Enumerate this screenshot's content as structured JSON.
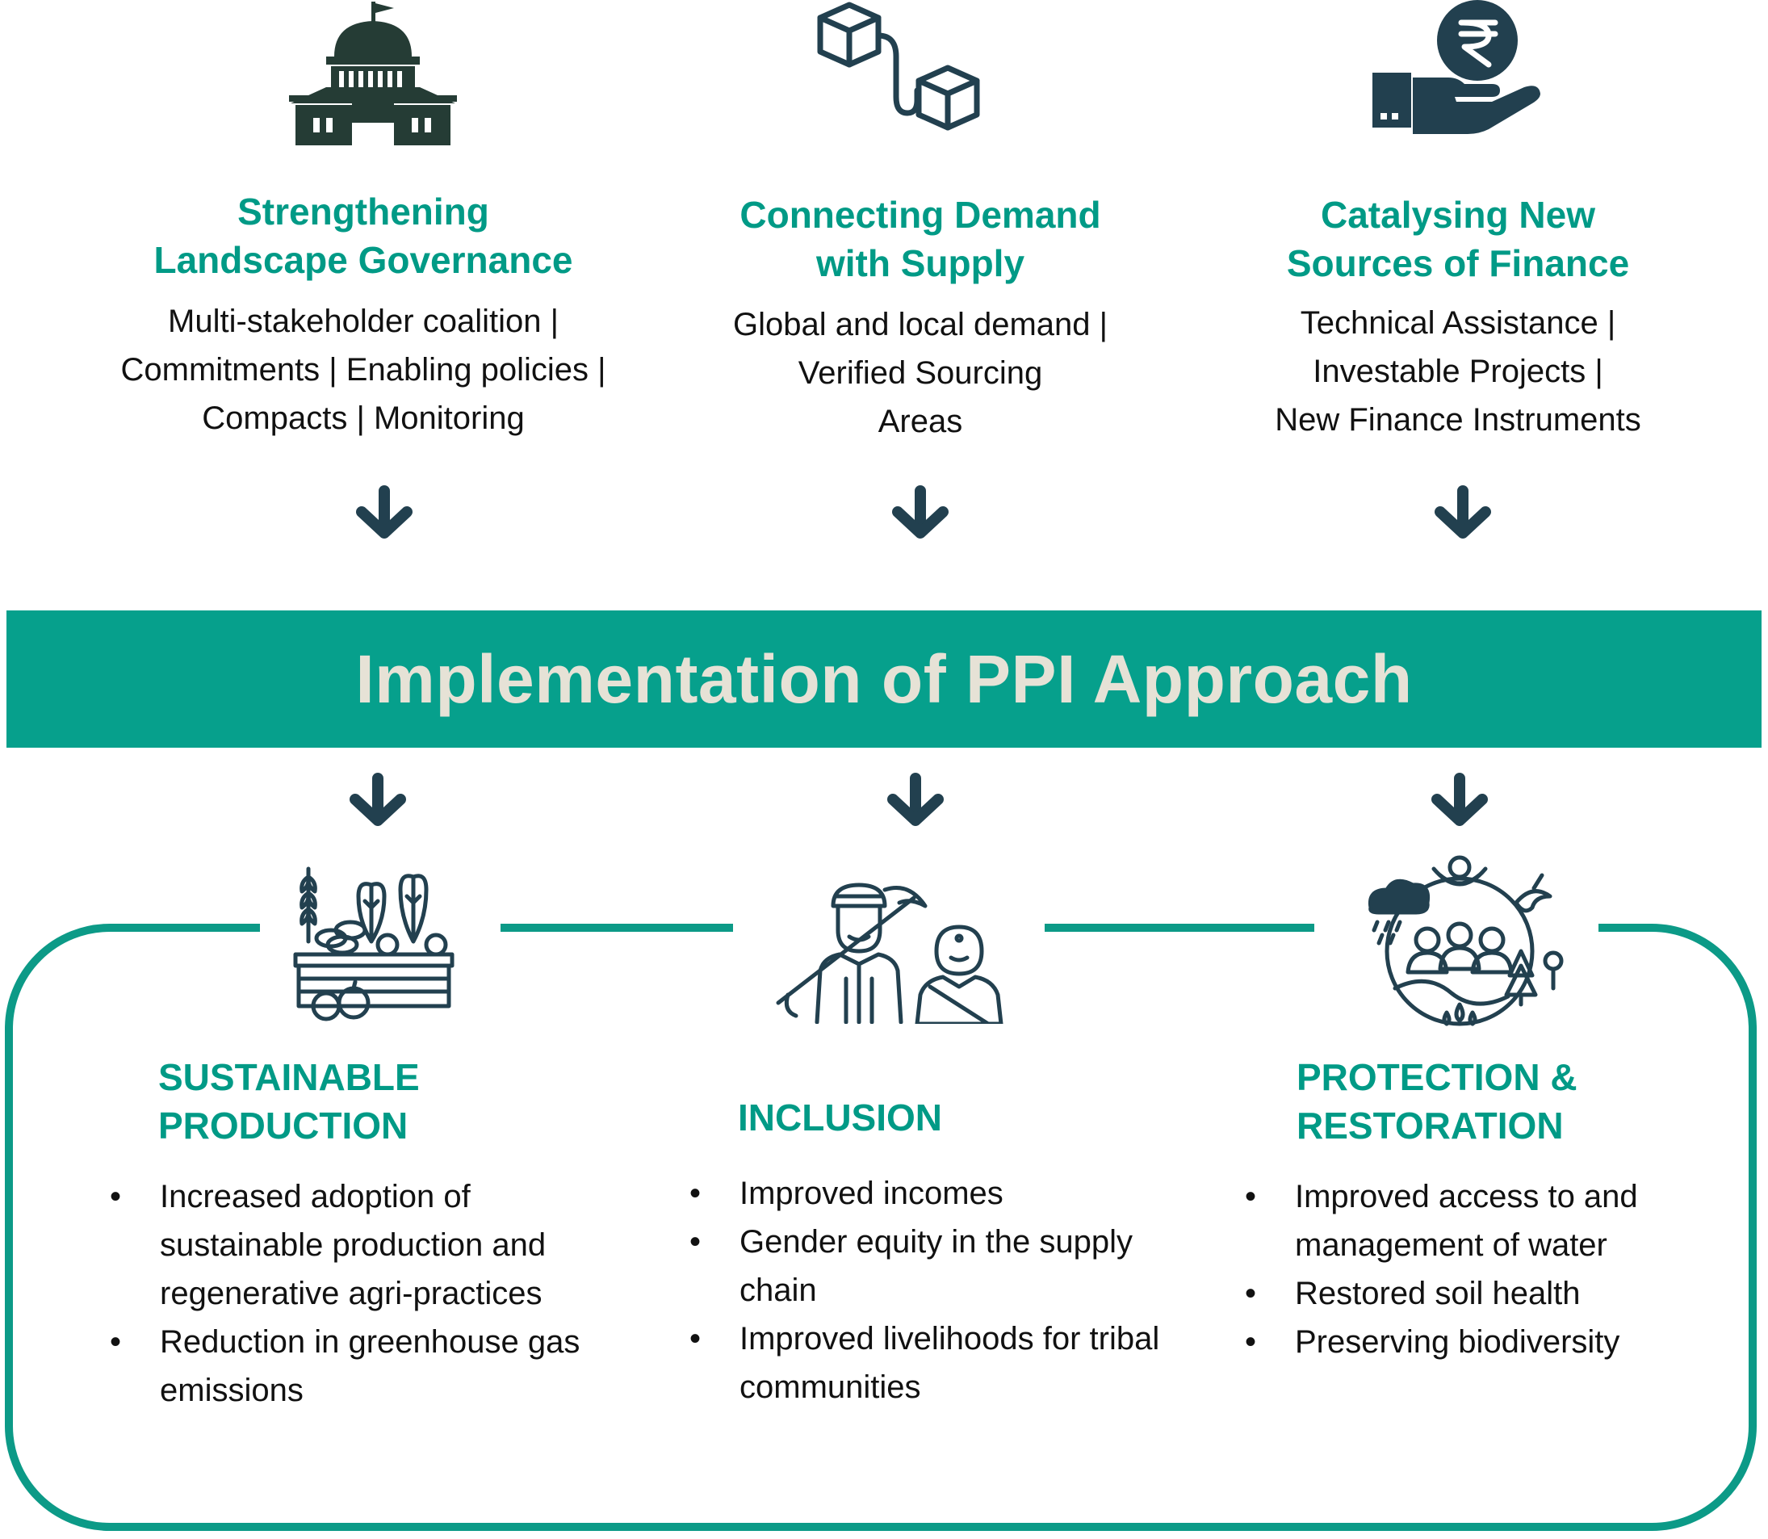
{
  "pillars": [
    {
      "icon": "government-building-icon",
      "title": "Strengthening\nLandscape Governance",
      "description": "Multi-stakeholder coalition |\nCommitments | Enabling policies |\nCompacts | Monitoring"
    },
    {
      "icon": "connected-boxes-icon",
      "title": "Connecting Demand\nwith Supply",
      "description": "Global and local demand |\nVerified Sourcing\nAreas"
    },
    {
      "icon": "rupee-hand-icon",
      "title": "Catalysing New\nSources of Finance",
      "description": "Technical Assistance |\nInvestable Projects |\nNew Finance Instruments"
    }
  ],
  "banner": {
    "title": "Implementation of PPI Approach"
  },
  "outcomes": [
    {
      "icon": "produce-crate-icon",
      "title": "SUSTAINABLE\nPRODUCTION",
      "bullets": [
        "Increased adoption of sustainable production and regenerative agri-practices",
        "Reduction in greenhouse gas emissions"
      ]
    },
    {
      "icon": "farmer-and-woman-icon",
      "title": "INCLUSION",
      "bullets": [
        "Improved incomes",
        "Gender equity in the supply chain",
        "Improved livelihoods for tribal communities"
      ]
    },
    {
      "icon": "globe-ecosystem-icon",
      "title": "PROTECTION &\nRESTORATION",
      "bullets": [
        "Improved access to and management of water",
        "Restored soil health",
        "Preserving biodiversity"
      ]
    }
  ],
  "colors": {
    "accent": "#009a86",
    "banner": "#06a08c",
    "banner_text": "#e6e2d6",
    "icon_dark": "#22404f",
    "text": "#111111"
  }
}
